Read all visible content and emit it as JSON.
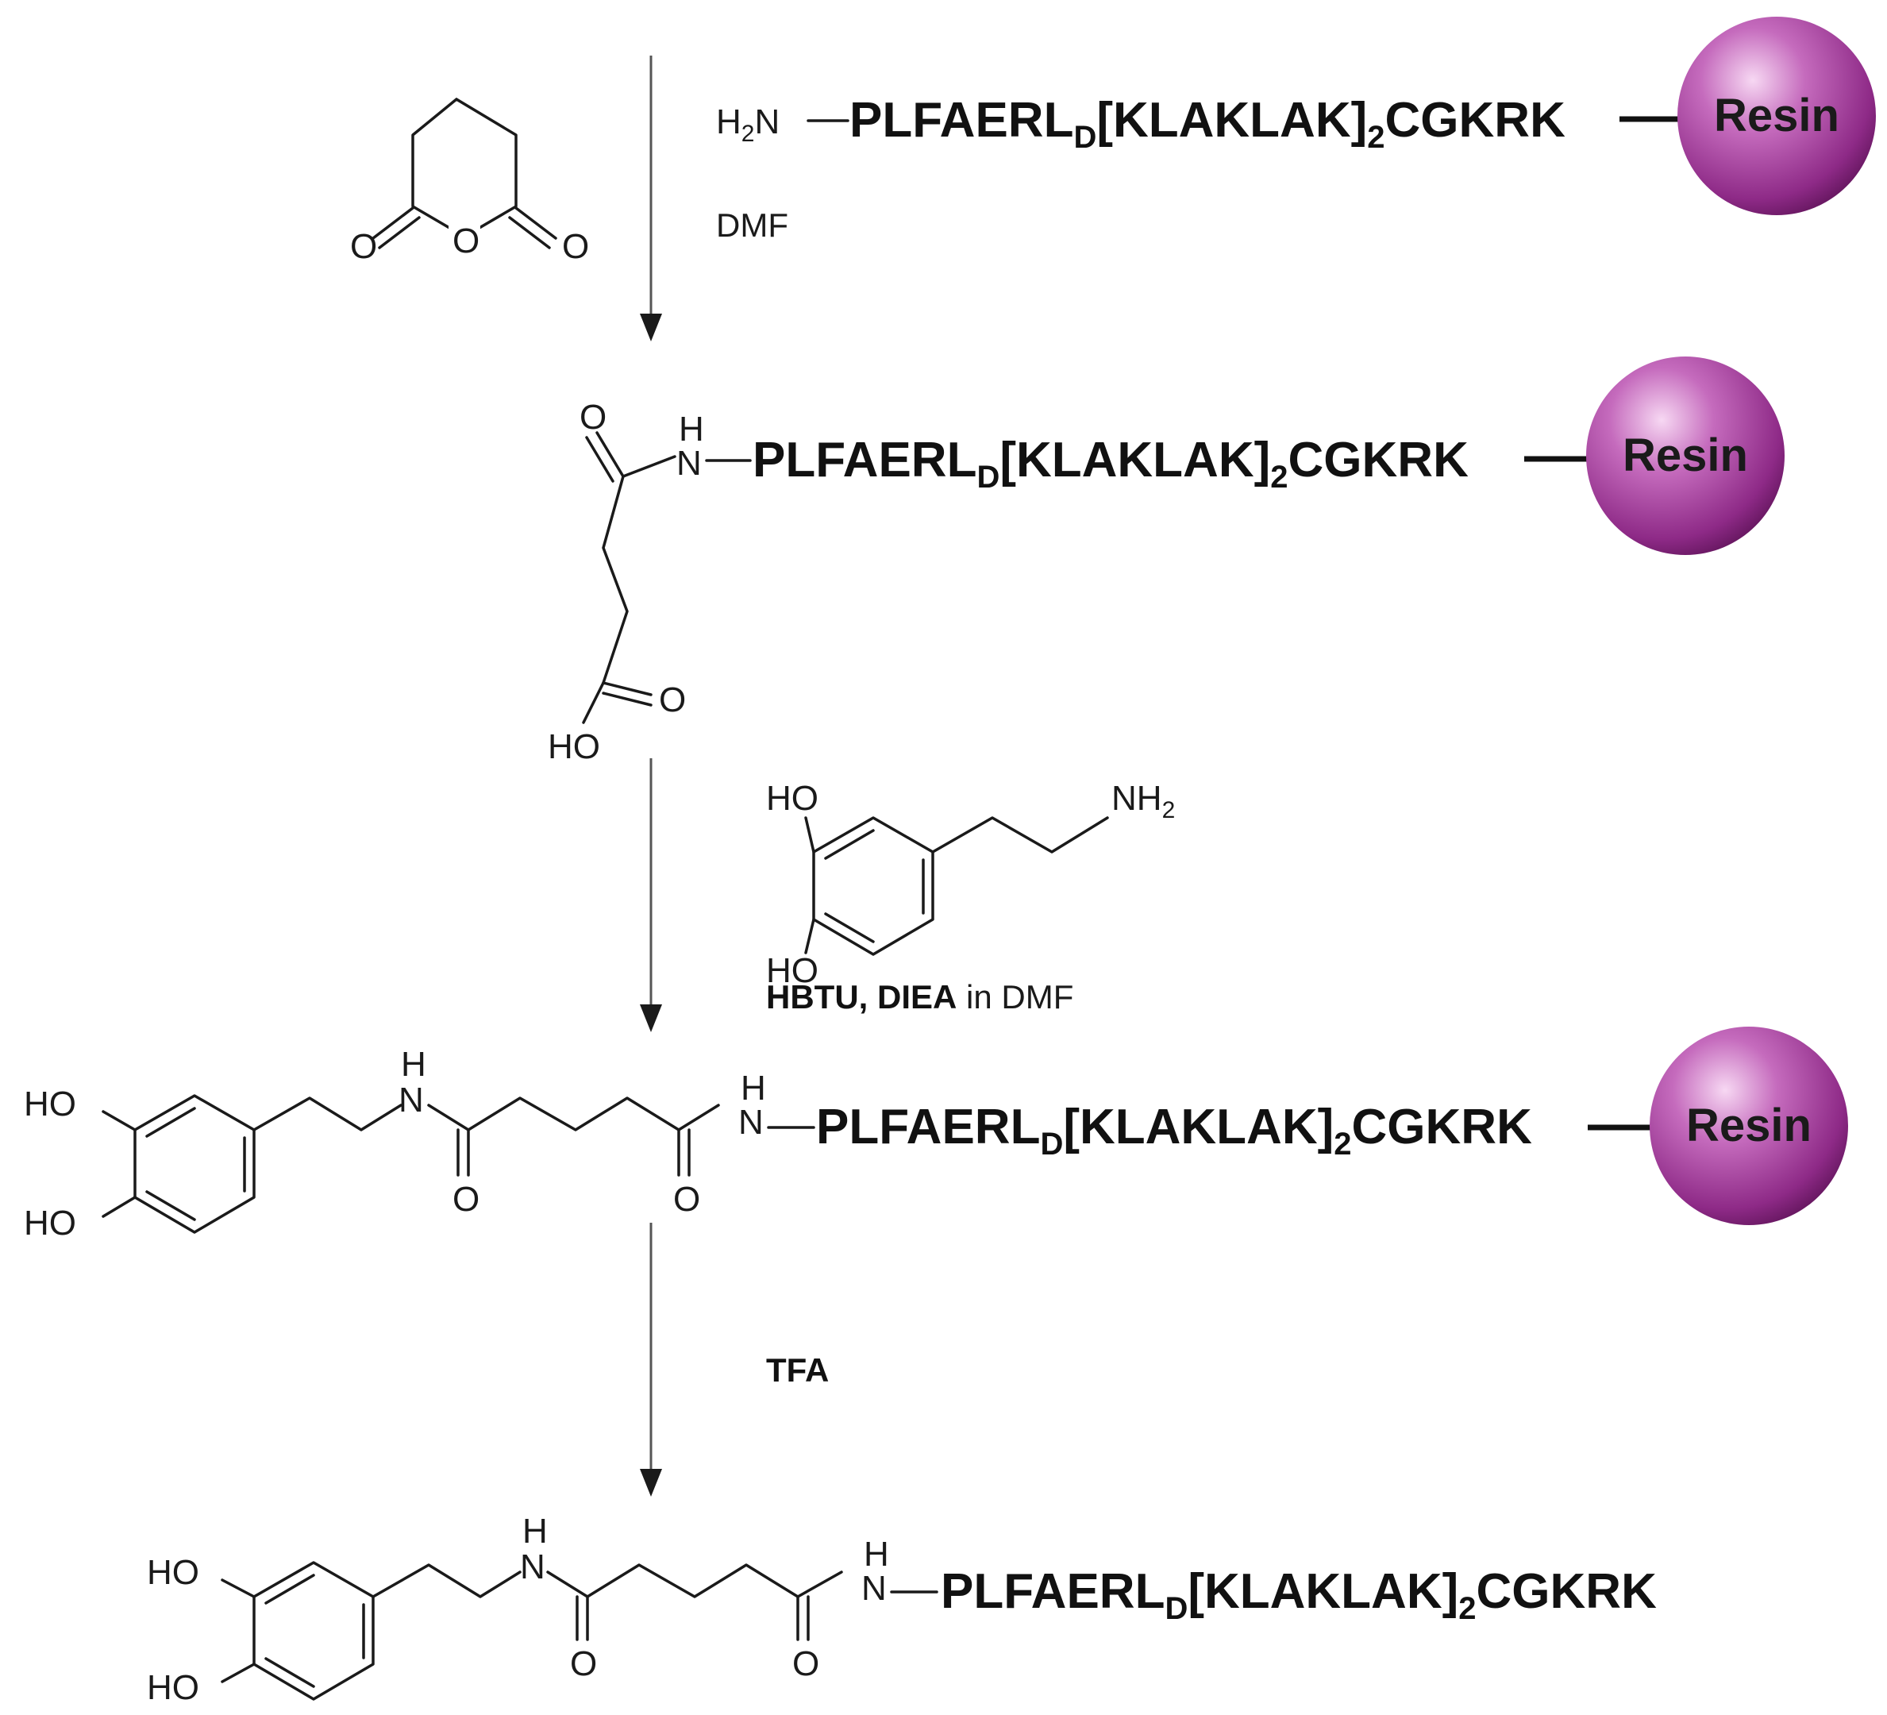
{
  "peptide": {
    "main": "PLFAERL",
    "sub": "D",
    "mid": "[KLAKLAK]",
    "sub2": "2",
    "tail": "CGKRK"
  },
  "resin_label": "Resin",
  "atoms": {
    "h2n_h": "H",
    "h2n_2": "2",
    "h2n_n": "N",
    "o": "O",
    "h": "H",
    "n": "N",
    "ho": "HO",
    "nh": "NH",
    "nh_2": "2"
  },
  "reagents": {
    "step1_solvent": "DMF",
    "step2_reagents": "HBTU, DIEA",
    "step2_in": " in DMF",
    "step3": "TFA"
  },
  "colors": {
    "resin": "#8e2a87",
    "resin_highlight": "#f2c9ee",
    "ink": "#1a1a1a"
  }
}
